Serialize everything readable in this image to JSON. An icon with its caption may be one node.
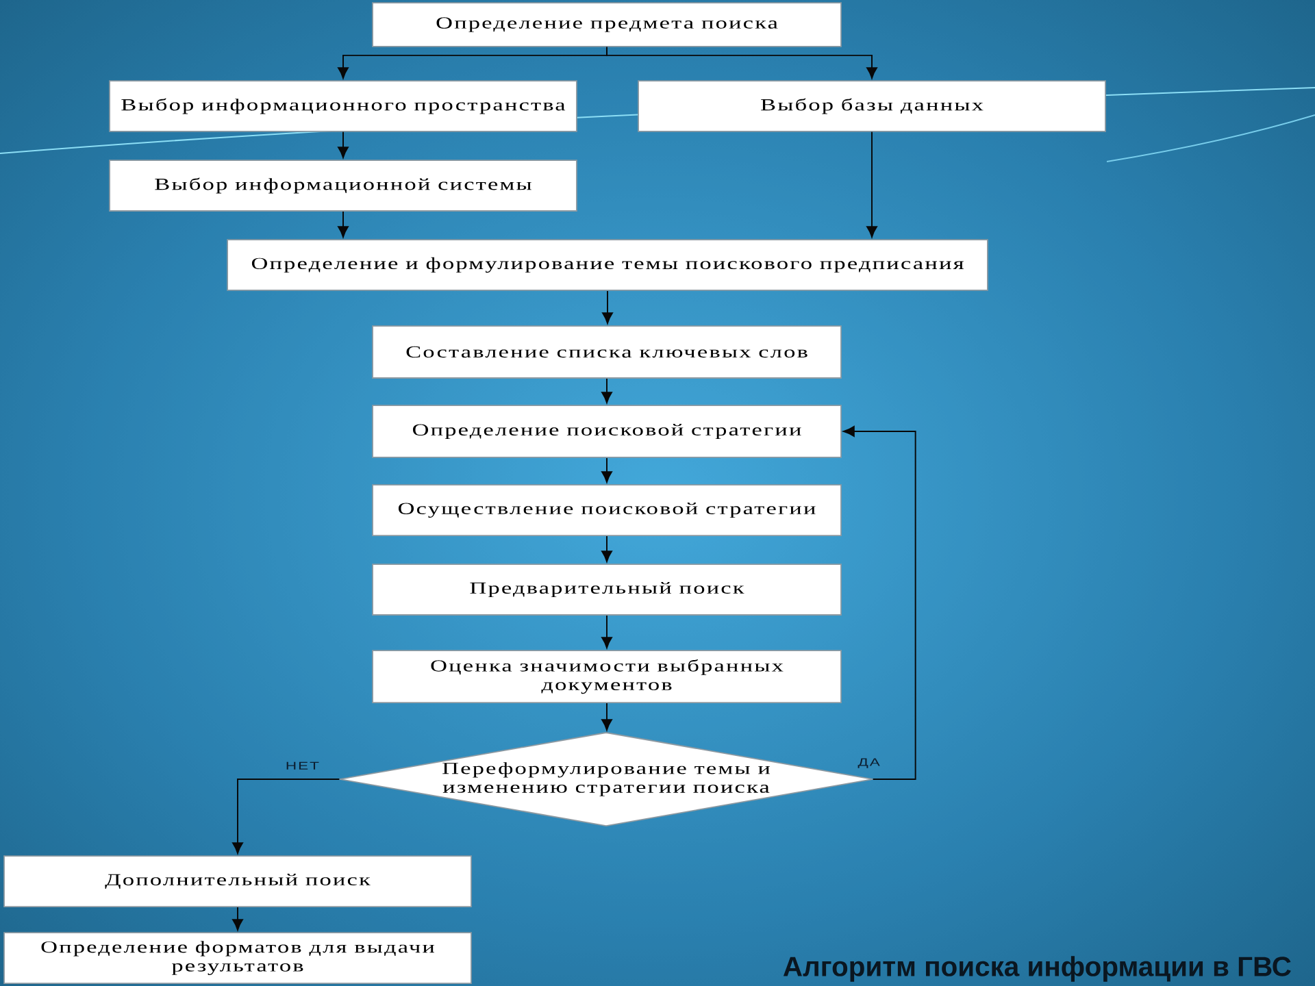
{
  "diagram": {
    "title": "Алгоритм поиска информации в ГВС",
    "nodes": [
      {
        "text": [
          "Определение предмета поиска"
        ]
      },
      {
        "text": [
          "Выбор информационного пространства"
        ]
      },
      {
        "text": [
          "Выбор базы данных"
        ]
      },
      {
        "text": [
          "Выбор информационной системы"
        ]
      },
      {
        "text": [
          "Определение и формулирование темы поискового предписания"
        ]
      },
      {
        "text": [
          "Составление списка ключевых слов"
        ]
      },
      {
        "text": [
          "Определение поисковой стратегии"
        ]
      },
      {
        "text": [
          "Осуществление поисковой стратегии"
        ]
      },
      {
        "text": [
          "Предварительный поиск"
        ]
      },
      {
        "text": [
          "Оценка значимости выбранных документов"
        ]
      },
      {
        "text": [
          "Переформулирование темы и изменению стратегии поиска"
        ]
      },
      {
        "text": [
          "Дополнительный поиск"
        ]
      },
      {
        "text": [
          "Определение форматов для выдачи результатов"
        ]
      }
    ],
    "edges": [
      {
        "from": 0,
        "to": 1,
        "arrow": "to"
      },
      {
        "from": 0,
        "to": 2,
        "arrow": "to"
      },
      {
        "from": 1,
        "to": 3,
        "arrow": "to"
      },
      {
        "from": 3,
        "to": 4,
        "arrow": "to"
      },
      {
        "from": 2,
        "to": 4,
        "arrow": "to"
      },
      {
        "from": 4,
        "to": 5,
        "arrow": "to"
      },
      {
        "from": 5,
        "to": 6,
        "arrow": "to"
      },
      {
        "from": 6,
        "to": 7,
        "arrow": "to"
      },
      {
        "from": 7,
        "to": 8,
        "arrow": "to"
      },
      {
        "from": 8,
        "to": 9,
        "arrow": "to"
      },
      {
        "from": 9,
        "to": 10,
        "arrow": "to"
      },
      {
        "from": 10,
        "to": 6,
        "arrow": "to",
        "label": "ДА"
      },
      {
        "from": 10,
        "to": 11,
        "arrow": "to",
        "label": "НЕТ"
      },
      {
        "from": 11,
        "to": 12,
        "arrow": "to"
      }
    ]
  }
}
